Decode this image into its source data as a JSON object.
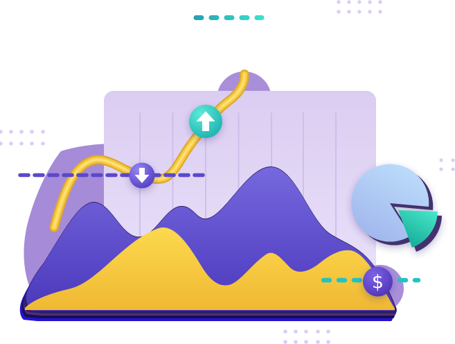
{
  "icons": {
    "dollar": "$",
    "up_badge": "arrow-up",
    "down_badge": "arrow-down"
  },
  "colors": {
    "background": "#ffffff",
    "white": "#ffffff",
    "blob_purple": "#a58bd8",
    "circle_purple": "#a98fd9",
    "panel_top": "#dbcdf1",
    "panel_bottom": "#eae1fa",
    "gridline": "#cbbce9",
    "wave_purple_top": "#7668de",
    "wave_purple_bottom": "#4b38bc",
    "wave_yellow_top": "#fcd94e",
    "wave_yellow_bottom": "#f0b833",
    "base_band": "#2b2168",
    "base_navy": "#131058",
    "base_blue": "#2313d2",
    "base_maroon": "#5a2a72",
    "trend_outer": "#dda831",
    "trend_mid": "#f7ca40",
    "trend_highlight": "#ffe27a",
    "dash_purple": "#5b49cc",
    "teal_dash_dark": "#26a3b3",
    "teal_dash_light": "#3be0cf",
    "teal_dash_bottom": "#23c3c3",
    "badge_up_light": "#5feadb",
    "badge_up_dark": "#16aeab",
    "badge_down_light": "#9486f0",
    "badge_down_dark": "#4d38c0",
    "dollar_badge_light": "#7d63e6",
    "dollar_badge_dark": "#4a2fb2",
    "pie_blue_light": "#bcdcfa",
    "pie_blue_dark": "#9fb4ec",
    "pie_teal_light": "#45e4c8",
    "pie_teal_dark": "#12a894",
    "pie_shadow": "#42306e",
    "dots": "#dccdf2"
  },
  "chart_data": [
    {
      "type": "area",
      "title": "",
      "x": [
        0,
        1,
        2,
        3,
        4,
        5,
        6,
        7,
        8,
        9,
        10
      ],
      "series": [
        {
          "name": "back-wave-purple",
          "relative_heights": [
            0.33,
            0.76,
            0.52,
            0.73,
            0.64,
            1.0,
            0.54,
            0.33,
            0.1,
            0.05,
            0.04
          ]
        },
        {
          "name": "front-wave-yellow",
          "relative_heights": [
            0.05,
            0.28,
            1.0,
            0.55,
            0.32,
            0.69,
            0.53,
            0.59,
            0.74,
            0.21,
            0.04
          ]
        }
      ],
      "grid": "vertical-lines-only",
      "axis_labels": "none"
    },
    {
      "type": "line",
      "name": "trend-line",
      "shape": "rising S-curve",
      "markers": [
        {
          "direction": "down",
          "position_fraction": 0.45
        },
        {
          "direction": "up",
          "position_fraction": 0.78
        }
      ]
    },
    {
      "type": "pie",
      "slices": [
        {
          "name": "main-blue",
          "fraction": 0.85
        },
        {
          "name": "exploded-teal",
          "fraction": 0.15
        }
      ],
      "exploded": true
    }
  ]
}
